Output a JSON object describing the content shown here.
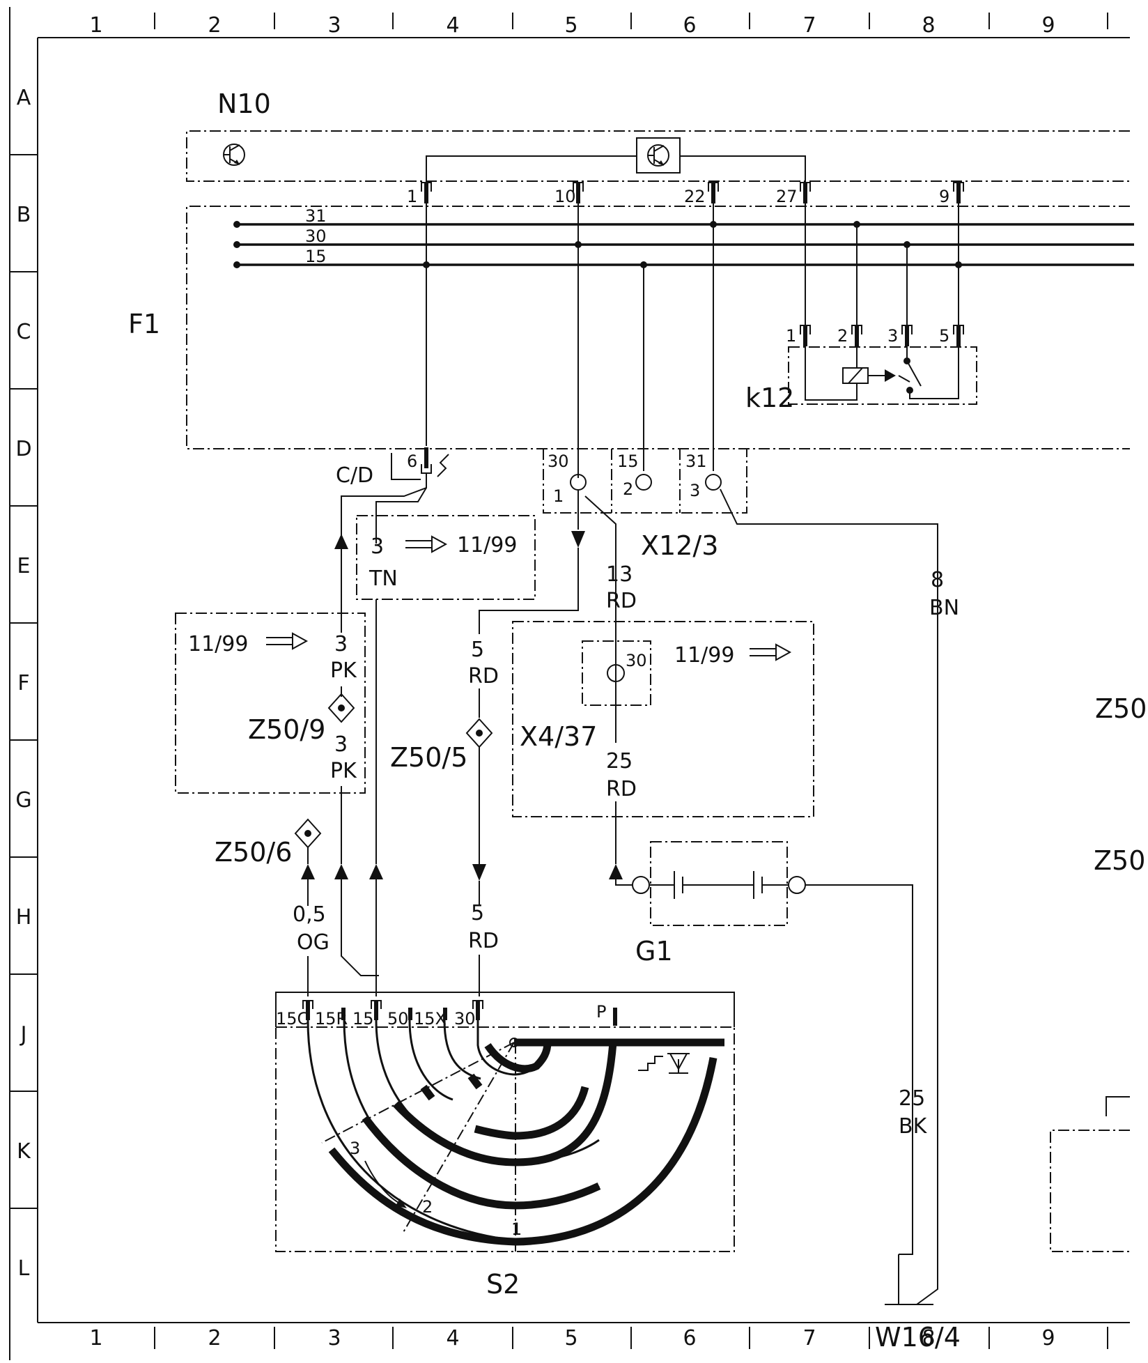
{
  "grid": {
    "columns": [
      "1",
      "2",
      "3",
      "4",
      "5",
      "6",
      "7",
      "8",
      "9"
    ],
    "rows": [
      "A",
      "B",
      "C",
      "D",
      "E",
      "F",
      "G",
      "H",
      "J",
      "K",
      "L"
    ]
  },
  "components": {
    "n10": "N10",
    "f1": "F1",
    "k12": "k12",
    "x12_3": "X12/3",
    "x4_37": "X4/37",
    "g1": "G1",
    "s2": "S2",
    "w16_4": "W16/4",
    "z50_9": "Z50/9",
    "z50_5": "Z50/5",
    "z50_6": "Z50/6",
    "z50_right_1": "Z50",
    "z50_right_2": "Z50"
  },
  "bus_labels": [
    "31",
    "30",
    "15"
  ],
  "n10_pins": [
    "1",
    "10",
    "22",
    "27",
    "9"
  ],
  "k12_pins": [
    "1",
    "2",
    "3",
    "5"
  ],
  "f1_pin": "6",
  "cd_label": "C/D",
  "x12_pins": {
    "top": [
      "30",
      "15",
      "31"
    ],
    "bottom": [
      "1",
      "2",
      "3"
    ]
  },
  "x4_pin": "30",
  "s2_pins": [
    "15C",
    "15R",
    "15",
    "50",
    "15X",
    "30",
    "P"
  ],
  "s2_positions": [
    "3",
    "2",
    "1"
  ],
  "notes": {
    "note_e": "11/99",
    "note_f_left": "11/99",
    "note_f_right": "11/99"
  },
  "wires": {
    "tn_size": "3",
    "tn_color": "TN",
    "pk_top_size": "3",
    "pk_top_color": "PK",
    "pk_bot_size": "3",
    "pk_bot_color": "PK",
    "rd13_size": "13",
    "rd13_color": "RD",
    "rd5_top_size": "5",
    "rd5_top_color": "RD",
    "rd25_size": "25",
    "rd25_color": "RD",
    "bn8_size": "8",
    "bn8_color": "BN",
    "og_size": "0,5",
    "og_color": "OG",
    "rd5_bot_size": "5",
    "rd5_bot_color": "RD",
    "bk25_size": "25",
    "bk25_color": "BK"
  }
}
